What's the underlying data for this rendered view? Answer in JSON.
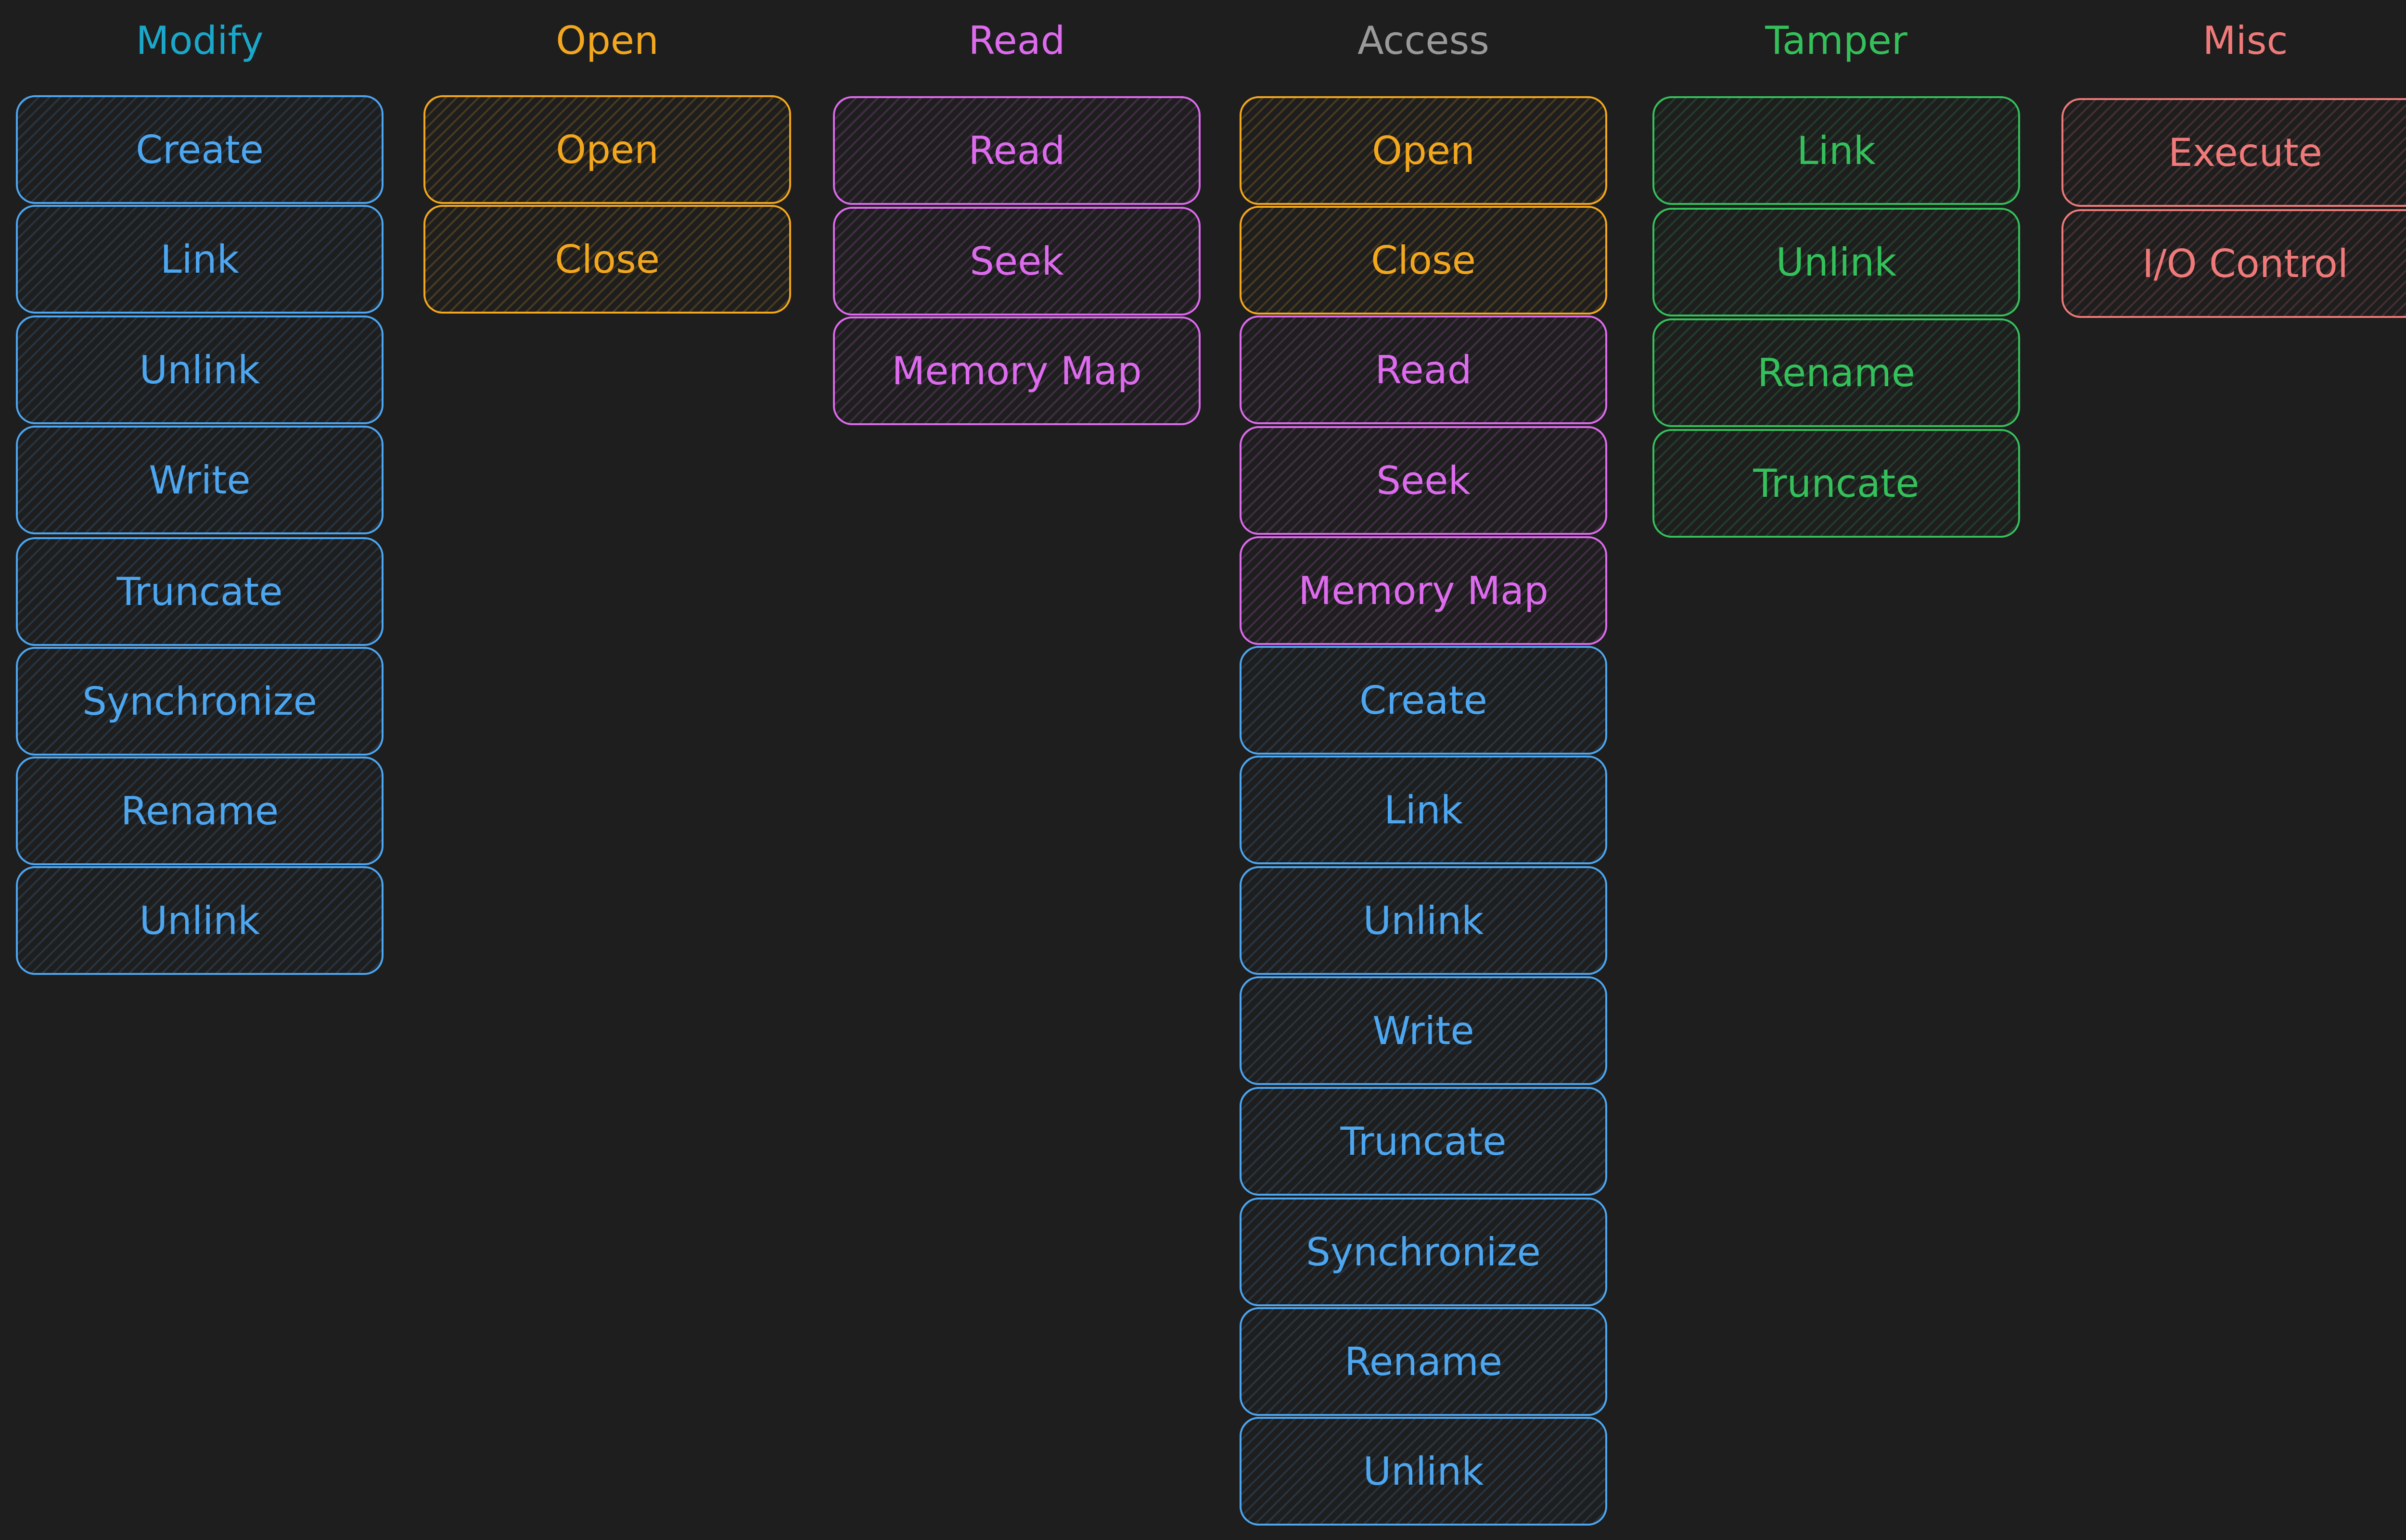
{
  "columns": [
    {
      "header": "Modify",
      "header_color": "#1aa7c9",
      "items": [
        {
          "label": "Create",
          "color": "blue"
        },
        {
          "label": "Link",
          "color": "blue"
        },
        {
          "label": "Unlink",
          "color": "blue"
        },
        {
          "label": "Write",
          "color": "blue"
        },
        {
          "label": "Truncate",
          "color": "blue"
        },
        {
          "label": "Synchronize",
          "color": "blue"
        },
        {
          "label": "Rename",
          "color": "blue"
        },
        {
          "label": "Unlink",
          "color": "blue"
        }
      ]
    },
    {
      "header": "Open",
      "header_color": "#f2a71e",
      "items": [
        {
          "label": "Open",
          "color": "orange"
        },
        {
          "label": "Close",
          "color": "orange"
        }
      ]
    },
    {
      "header": "Read",
      "header_color": "#dd6bed",
      "items": [
        {
          "label": "Read",
          "color": "purple"
        },
        {
          "label": "Seek",
          "color": "purple"
        },
        {
          "label": "Memory Map",
          "color": "purple"
        }
      ]
    },
    {
      "header": "Access",
      "header_color": "#9a9a9a",
      "items": [
        {
          "label": "Open",
          "color": "orange"
        },
        {
          "label": "Close",
          "color": "orange"
        },
        {
          "label": "Read",
          "color": "purple"
        },
        {
          "label": "Seek",
          "color": "purple"
        },
        {
          "label": "Memory Map",
          "color": "purple"
        },
        {
          "label": "Create",
          "color": "blue"
        },
        {
          "label": "Link",
          "color": "blue"
        },
        {
          "label": "Unlink",
          "color": "blue"
        },
        {
          "label": "Write",
          "color": "blue"
        },
        {
          "label": "Truncate",
          "color": "blue"
        },
        {
          "label": "Synchronize",
          "color": "blue"
        },
        {
          "label": "Rename",
          "color": "blue"
        },
        {
          "label": "Unlink",
          "color": "blue"
        }
      ]
    },
    {
      "header": "Tamper",
      "header_color": "#34c05a",
      "items": [
        {
          "label": "Link",
          "color": "green"
        },
        {
          "label": "Unlink",
          "color": "green"
        },
        {
          "label": "Rename",
          "color": "green"
        },
        {
          "label": "Truncate",
          "color": "green"
        }
      ]
    },
    {
      "header": "Misc",
      "header_color": "#f07a7a",
      "items": [
        {
          "label": "Execute",
          "color": "red"
        },
        {
          "label": "I/O Control",
          "color": "red"
        }
      ]
    }
  ]
}
